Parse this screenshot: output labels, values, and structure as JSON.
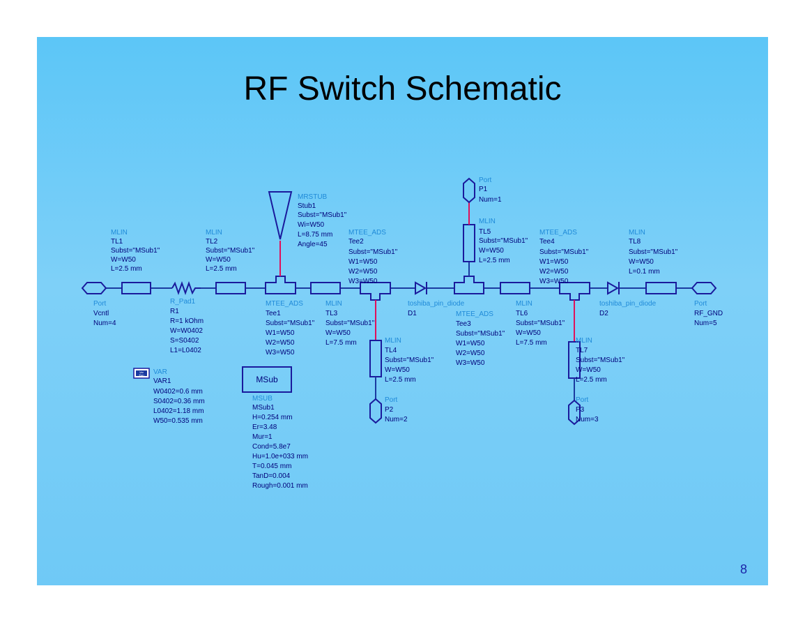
{
  "title": "RF Switch Schematic",
  "page_number": "8",
  "components": {
    "tl1": {
      "type": "MLIN",
      "lines": [
        "TL1",
        "Subst=\"MSub1\"",
        "W=W50",
        "L=2.5 mm"
      ]
    },
    "tl2": {
      "type": "MLIN",
      "lines": [
        "TL2",
        "Subst=\"MSub1\"",
        "W=W50",
        "L=2.5 mm"
      ]
    },
    "stub1": {
      "type": "MRSTUB",
      "lines": [
        "Stub1",
        "Subst=\"MSub1\"",
        "Wi=W50",
        "L=8.75 mm",
        "Angle=45"
      ]
    },
    "tee2": {
      "type": "MTEE_ADS",
      "lines": [
        "Tee2",
        "Subst=\"MSub1\"",
        "W1=W50",
        "W2=W50",
        "W3=W50"
      ]
    },
    "p1": {
      "type": "Port",
      "lines": [
        "P1",
        "Num=1"
      ]
    },
    "tl5": {
      "type": "MLIN",
      "lines": [
        "TL5",
        "Subst=\"MSub1\"",
        "W=W50",
        "L=2.5 mm"
      ]
    },
    "tee4": {
      "type": "MTEE_ADS",
      "lines": [
        "Tee4",
        "Subst=\"MSub1\"",
        "W1=W50",
        "W2=W50",
        "W3=W50"
      ]
    },
    "tl8": {
      "type": "MLIN",
      "lines": [
        "TL8",
        "Subst=\"MSub1\"",
        "W=W50",
        "L=0.1 mm"
      ]
    },
    "vcntl": {
      "type": "Port",
      "lines": [
        "Vcntl",
        "Num=4"
      ]
    },
    "r1": {
      "type": "R_Pad1",
      "lines": [
        "R1",
        "R=1 kOhm",
        "W=W0402",
        "S=S0402",
        "L1=L0402"
      ]
    },
    "tee1": {
      "type": "MTEE_ADS",
      "lines": [
        "Tee1",
        "Subst=\"MSub1\"",
        "W1=W50",
        "W2=W50",
        "W3=W50"
      ]
    },
    "tl3": {
      "type": "MLIN",
      "lines": [
        "TL3",
        "Subst=\"MSub1\"",
        "W=W50",
        "L=7.5 mm"
      ]
    },
    "d1": {
      "type": "toshiba_pin_diode",
      "lines": [
        "D1"
      ]
    },
    "tee3": {
      "type": "MTEE_ADS",
      "lines": [
        "Tee3",
        "Subst=\"MSub1\"",
        "W1=W50",
        "W2=W50",
        "W3=W50"
      ]
    },
    "tl6": {
      "type": "MLIN",
      "lines": [
        "TL6",
        "Subst=\"MSub1\"",
        "W=W50",
        "L=7.5 mm"
      ]
    },
    "d2": {
      "type": "toshiba_pin_diode",
      "lines": [
        "D2"
      ]
    },
    "rfgnd": {
      "type": "Port",
      "lines": [
        "RF_GND",
        "Num=5"
      ]
    },
    "tl4": {
      "type": "MLIN",
      "lines": [
        "TL4",
        "Subst=\"MSub1\"",
        "W=W50",
        "L=2.5 mm"
      ]
    },
    "tl7": {
      "type": "MLIN",
      "lines": [
        "TL7",
        "Subst=\"MSub1\"",
        "W=W50",
        "L=2.5 mm"
      ]
    },
    "p2": {
      "type": "Port",
      "lines": [
        "P2",
        "Num=2"
      ]
    },
    "p3": {
      "type": "Port",
      "lines": [
        "P3",
        "Num=3"
      ]
    },
    "var1": {
      "type": "VAR",
      "lines": [
        "VAR1",
        "W0402=0.6 mm",
        "S0402=0.36 mm",
        "L0402=1.18 mm",
        "W50=0.535 mm"
      ]
    },
    "msub1": {
      "type": "MSUB",
      "lines": [
        "MSub1",
        "H=0.254 mm",
        "Er=3.48",
        "Mur=1",
        "Cond=5.8e7",
        "Hu=1.0e+033 mm",
        "T=0.045 mm",
        "TanD=0.004",
        "Rough=0.001 mm"
      ]
    }
  },
  "msub_box_label": "MSub",
  "var_icon_label": [
    "Var",
    "Eqn"
  ]
}
